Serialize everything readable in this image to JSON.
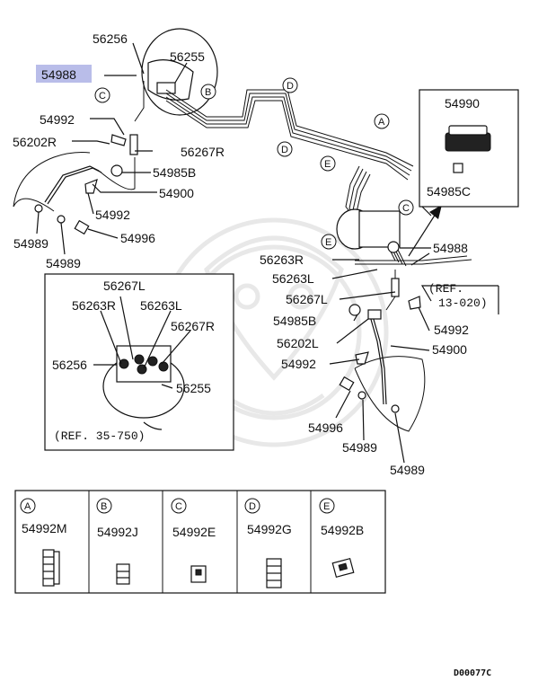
{
  "highlight_color": "#b9bde9",
  "callouts": {
    "p56256_top": "56256",
    "p54988_top": "54988",
    "p56255_top": "56255",
    "p54992_a": "54992",
    "p56202R": "56202R",
    "p56267R_top": "56267R",
    "p54985B_top": "54985B",
    "p54900_top": "54900",
    "p54992_b": "54992",
    "p54989_a": "54989",
    "p54996_top": "54996",
    "p54989_b": "54989",
    "p54990": "54990",
    "p54985C": "54985C",
    "p54988_right": "54988",
    "p56263R_right": "56263R",
    "p56263L_right": "56263L",
    "p56267L_right": "56267L",
    "p54985B_right": "54985B",
    "p56202L": "56202L",
    "p54992_c": "54992",
    "p54992_d": "54992",
    "p54900_right": "54900",
    "p54996_right": "54996",
    "p54989_c": "54989",
    "p54989_d": "54989"
  },
  "circle_refs": {
    "A": "A",
    "B": "B",
    "C1": "C",
    "C2": "C",
    "D1": "D",
    "D2": "D",
    "E1": "E",
    "E2": "E"
  },
  "refs": {
    "ref_13_020_a": "(REF.",
    "ref_13_020_b": "13-020)",
    "ref_35_750": "(REF. 35-750)"
  },
  "inset": {
    "p56267L": "56267L",
    "p56263R": "56263R",
    "p56263L": "56263L",
    "p56267R": "56267R",
    "p56256": "56256",
    "p56255": "56255"
  },
  "legend": [
    {
      "letter": "A",
      "part": "54992M"
    },
    {
      "letter": "B",
      "part": "54992J"
    },
    {
      "letter": "C",
      "part": "54992E"
    },
    {
      "letter": "D",
      "part": "54992G"
    },
    {
      "letter": "E",
      "part": "54992B"
    }
  ],
  "drawing_code": "D00077C"
}
